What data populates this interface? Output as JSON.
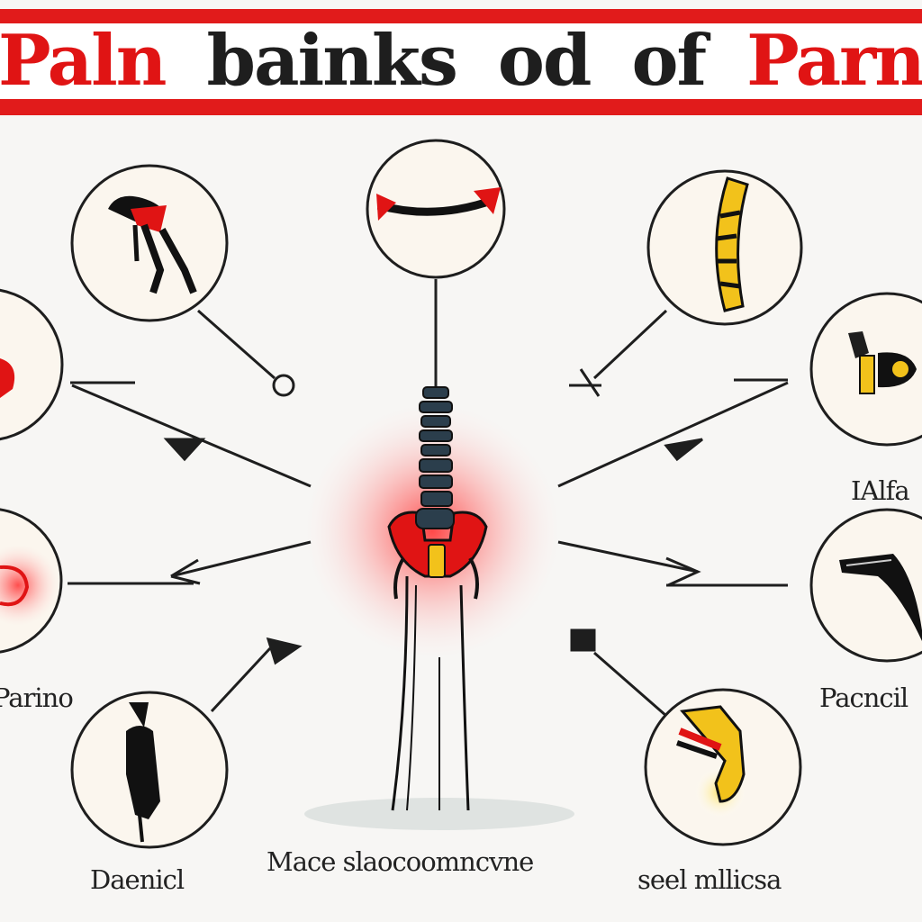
{
  "title": {
    "words": [
      {
        "text": "Paln",
        "color": "#e01414"
      },
      {
        "text": "bainks",
        "color": "#1e1e1e"
      },
      {
        "text": "od",
        "color": "#1e1e1e"
      },
      {
        "text": "of",
        "color": "#1e1e1e"
      },
      {
        "text": "Parn",
        "color": "#e01414"
      }
    ]
  },
  "labels": {
    "right_upper": "IAlfa",
    "right_lower": "Pacncil",
    "left_lower": "Parino",
    "bottom_left": "Daenicl",
    "bottom_center": "Mace slaocoomncvne",
    "bottom_right": "seel mllicsa"
  },
  "colors": {
    "banner_red": "#e11b1b",
    "accent_red": "#e01414",
    "accent_yellow": "#f2c21b",
    "ink": "#1e1e1e"
  }
}
